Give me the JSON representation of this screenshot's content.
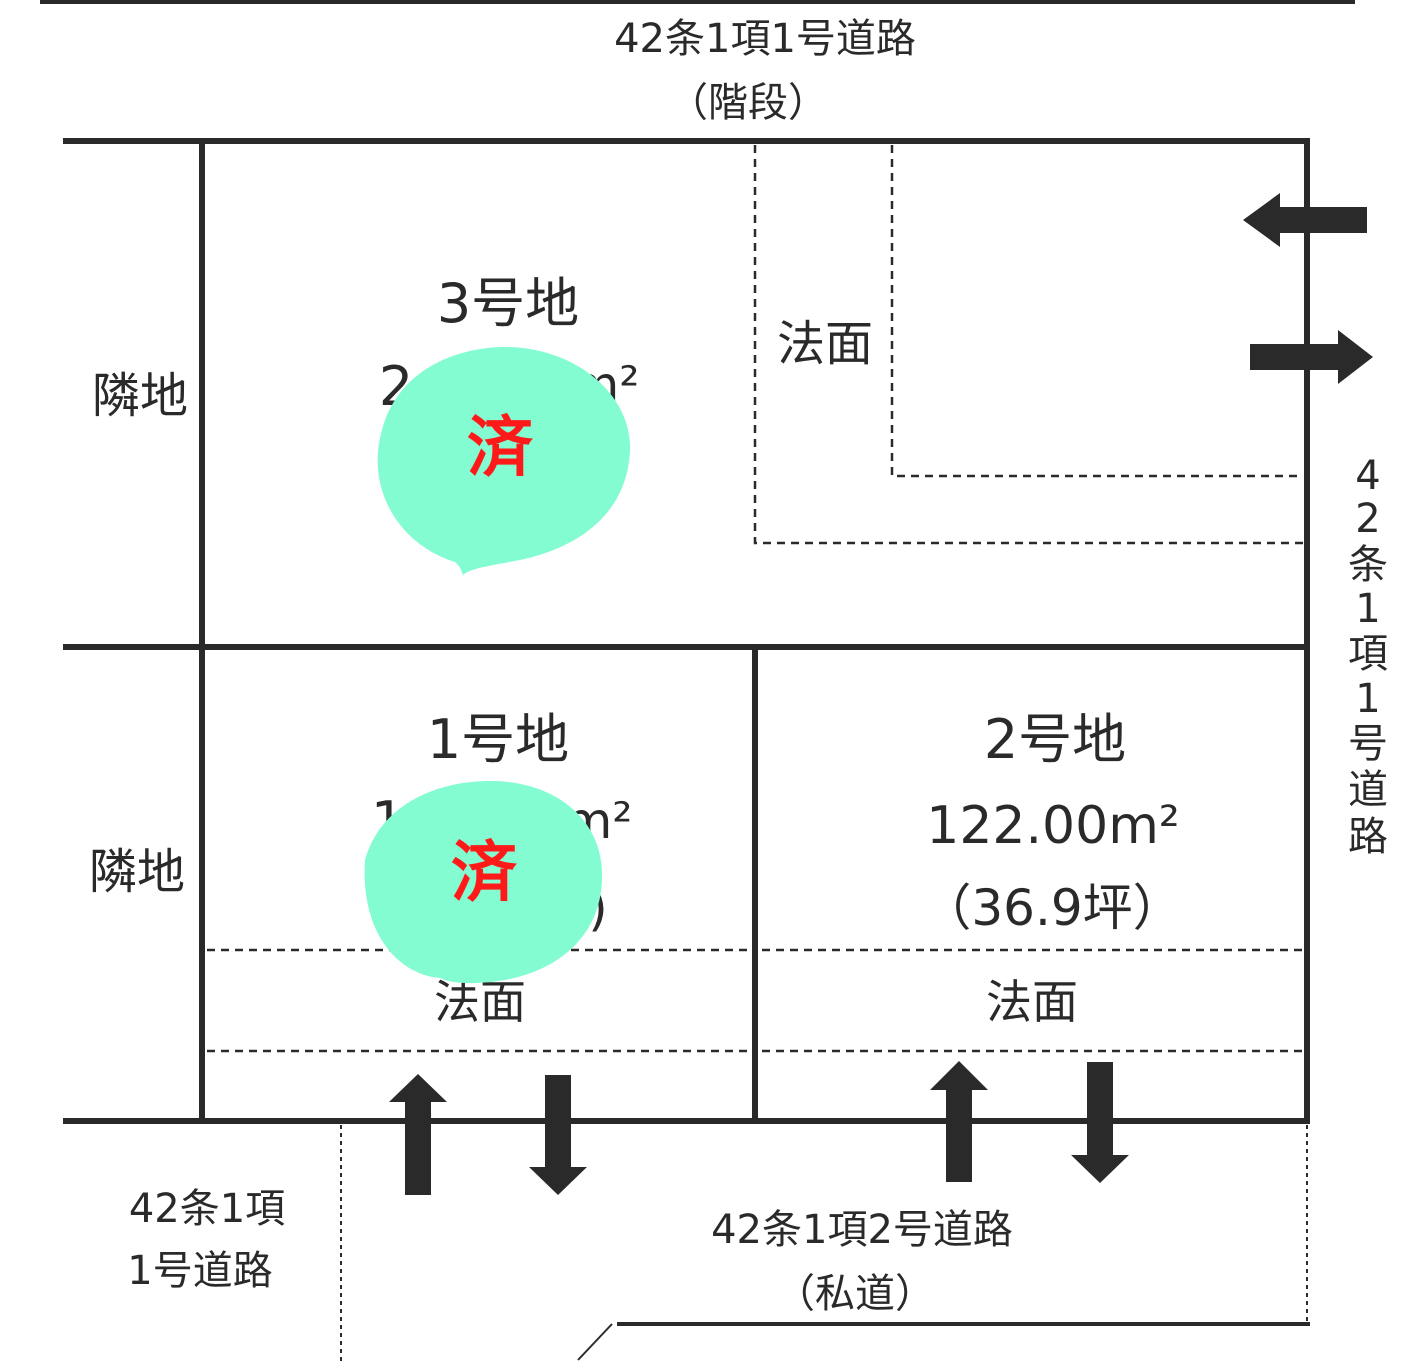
{
  "roads": {
    "top": {
      "line1": "42条1項1号道路",
      "line2": "（階段）"
    },
    "right": {
      "chars": [
        "4",
        "2",
        "条",
        "1",
        "項",
        "1",
        "号",
        "道",
        "路"
      ]
    },
    "bottom_left": {
      "line1": "42条1項",
      "line2": "1号道路"
    },
    "bottom": {
      "line1": "42条1項2号道路",
      "line2": "（私道）"
    }
  },
  "neighbors": {
    "upper": "隣地",
    "lower": "隣地"
  },
  "lots": {
    "lot3": {
      "name": "3号地",
      "area_partial_left": "2",
      "area_partial_right": "m²",
      "slope": "法面",
      "stamp": "済"
    },
    "lot1": {
      "name": "1号地",
      "area_partial_left": "1",
      "area_partial_right": "m²",
      "tsubo_partial": ")",
      "slope": "法面",
      "stamp": "済"
    },
    "lot2": {
      "name": "2号地",
      "area": "122.00m²",
      "tsubo": "（36.9坪）",
      "slope": "法面"
    }
  },
  "colors": {
    "stamp_fill": "#84fcd2",
    "stamp_text": "#ff1a1a",
    "line": "#2a2a2a"
  },
  "icons": [
    "arrow-left-icon",
    "arrow-right-icon",
    "arrow-up-icon",
    "arrow-down-icon"
  ]
}
